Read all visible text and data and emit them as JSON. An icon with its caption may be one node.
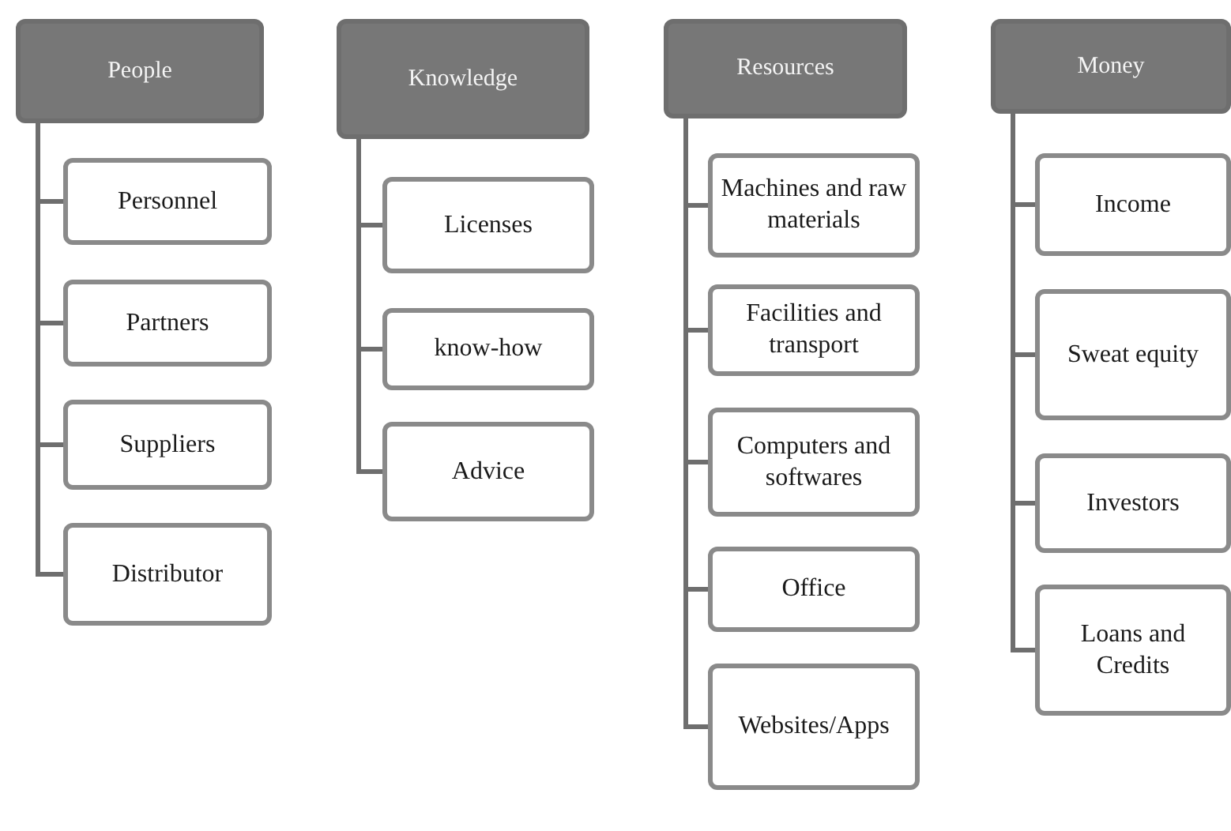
{
  "diagram": {
    "nodes": [
      {
        "text": [
          "People"
        ]
      },
      {
        "text": [
          "Personnel"
        ]
      },
      {
        "text": [
          "Partners"
        ]
      },
      {
        "text": [
          "Suppliers"
        ]
      },
      {
        "text": [
          "Distributor"
        ]
      },
      {
        "text": [
          "Knowledge"
        ]
      },
      {
        "text": [
          "Licenses"
        ]
      },
      {
        "text": [
          "know-how"
        ]
      },
      {
        "text": [
          "Advice"
        ]
      },
      {
        "text": [
          "Resources"
        ]
      },
      {
        "text": [
          "Machines and raw materials"
        ]
      },
      {
        "text": [
          "Facilities and transport"
        ]
      },
      {
        "text": [
          "Computers and softwares"
        ]
      },
      {
        "text": [
          "Office"
        ]
      },
      {
        "text": [
          "Websites/Apps"
        ]
      },
      {
        "text": [
          "Money"
        ]
      },
      {
        "text": [
          "Income"
        ]
      },
      {
        "text": [
          "Sweat equity"
        ]
      },
      {
        "text": [
          "Investors"
        ]
      },
      {
        "text": [
          "Loans and Credits"
        ]
      }
    ],
    "edges": [
      {
        "from": 0,
        "to": 1,
        "arrow": "none"
      },
      {
        "from": 0,
        "to": 2,
        "arrow": "none"
      },
      {
        "from": 0,
        "to": 3,
        "arrow": "none"
      },
      {
        "from": 0,
        "to": 4,
        "arrow": "none"
      },
      {
        "from": 5,
        "to": 6,
        "arrow": "none"
      },
      {
        "from": 5,
        "to": 7,
        "arrow": "none"
      },
      {
        "from": 5,
        "to": 8,
        "arrow": "none"
      },
      {
        "from": 9,
        "to": 10,
        "arrow": "none"
      },
      {
        "from": 9,
        "to": 11,
        "arrow": "none"
      },
      {
        "from": 9,
        "to": 12,
        "arrow": "none"
      },
      {
        "from": 9,
        "to": 13,
        "arrow": "none"
      },
      {
        "from": 9,
        "to": 14,
        "arrow": "none"
      },
      {
        "from": 15,
        "to": 16,
        "arrow": "none"
      },
      {
        "from": 15,
        "to": 17,
        "arrow": "none"
      },
      {
        "from": 15,
        "to": 18,
        "arrow": "none"
      },
      {
        "from": 15,
        "to": 19,
        "arrow": "none"
      }
    ]
  }
}
